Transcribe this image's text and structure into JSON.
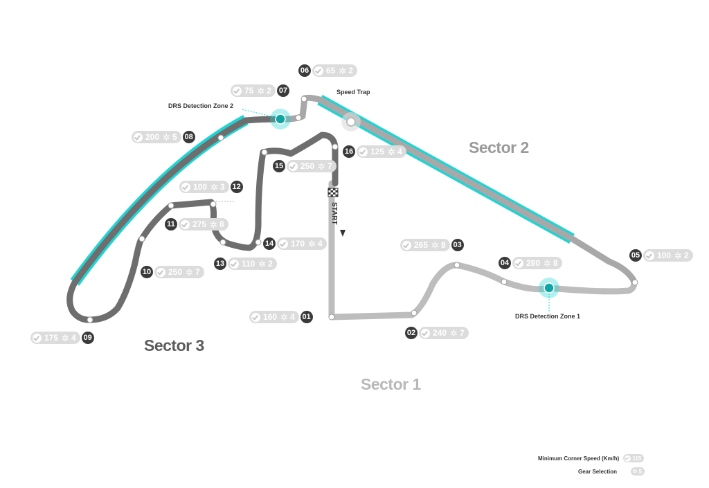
{
  "sectors": {
    "s1": "Sector 1",
    "s2": "Sector 2",
    "s3": "Sector 3"
  },
  "annotations": {
    "drs2": "DRS Detection Zone 2",
    "drs1": "DRS Detection Zone 1",
    "speed_trap": "Speed Trap",
    "start": "START"
  },
  "corners": [
    {
      "num": "01",
      "speed": "160",
      "gear": "4"
    },
    {
      "num": "02",
      "speed": "240",
      "gear": "7"
    },
    {
      "num": "03",
      "speed": "265",
      "gear": "8"
    },
    {
      "num": "04",
      "speed": "280",
      "gear": "8"
    },
    {
      "num": "05",
      "speed": "100",
      "gear": "2"
    },
    {
      "num": "06",
      "speed": "65",
      "gear": "2"
    },
    {
      "num": "07",
      "speed": "75",
      "gear": "2"
    },
    {
      "num": "08",
      "speed": "200",
      "gear": "5"
    },
    {
      "num": "09",
      "speed": "175",
      "gear": "4"
    },
    {
      "num": "10",
      "speed": "250",
      "gear": "7"
    },
    {
      "num": "11",
      "speed": "275",
      "gear": "8"
    },
    {
      "num": "12",
      "speed": "100",
      "gear": "3"
    },
    {
      "num": "13",
      "speed": "110",
      "gear": "2"
    },
    {
      "num": "14",
      "speed": "170",
      "gear": "4"
    },
    {
      "num": "15",
      "speed": "250",
      "gear": "7"
    },
    {
      "num": "16",
      "speed": "125",
      "gear": "4"
    }
  ],
  "legend": {
    "speed_label": "Minimum Corner Speed (Km/h)",
    "speed_sample": "115",
    "gear_label": "Gear Selection",
    "gear_sample": "5"
  },
  "colors": {
    "drs": "#22d3d3",
    "track_light": "#bdbdbd",
    "track_dark": "#6e6e6e"
  }
}
